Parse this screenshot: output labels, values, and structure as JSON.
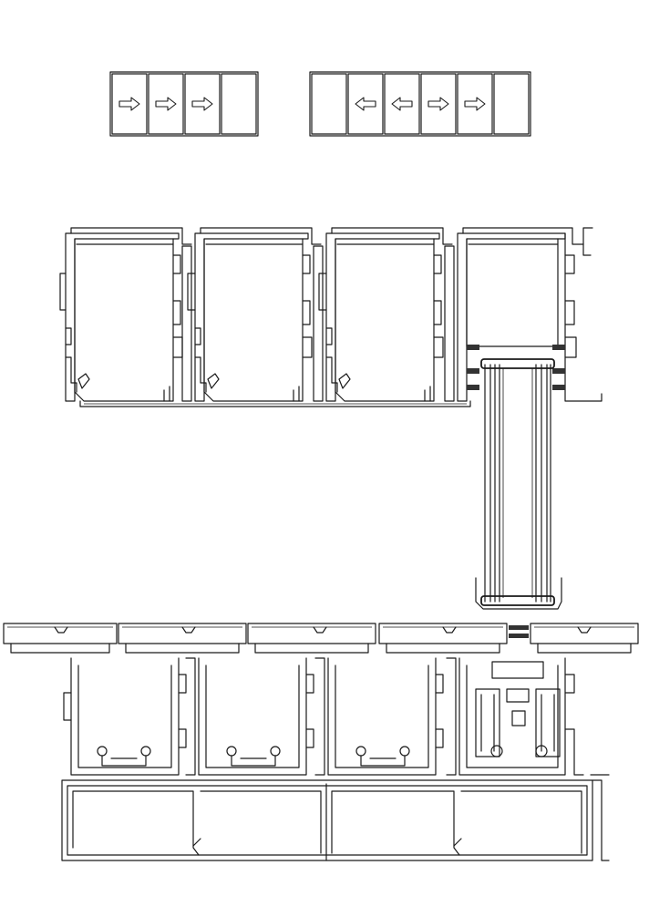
{
  "diagram": {
    "kind": "sliding-door-section",
    "colors": {
      "line": "#1a1a1a",
      "background": "#ffffff",
      "hatch": "#333333"
    },
    "legend_left": {
      "panels": [
        {
          "arrow": "right"
        },
        {
          "arrow": "right"
        },
        {
          "arrow": "right"
        },
        {
          "arrow": "none"
        }
      ]
    },
    "legend_right": {
      "panels": [
        {
          "arrow": "none"
        },
        {
          "arrow": "left"
        },
        {
          "arrow": "left"
        },
        {
          "arrow": "right"
        },
        {
          "arrow": "right"
        },
        {
          "arrow": "none"
        }
      ]
    },
    "icons": {
      "arrow_right": "arrow-right-icon",
      "arrow_left": "arrow-left-icon"
    }
  }
}
